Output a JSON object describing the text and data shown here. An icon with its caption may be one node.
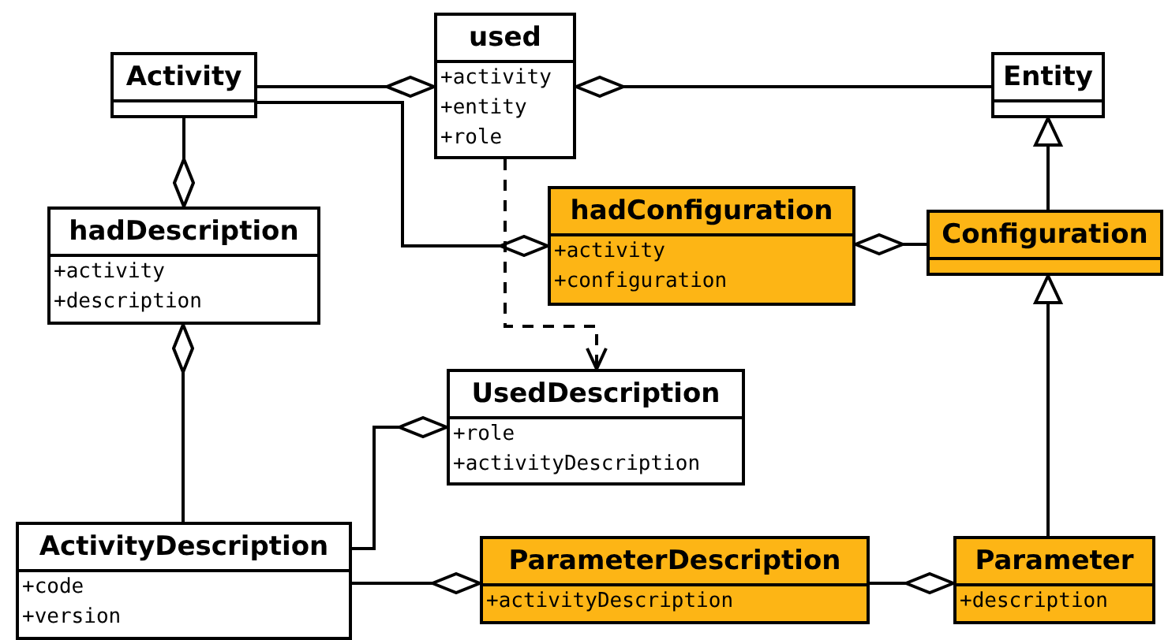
{
  "diagram": {
    "nodes": [
      {
        "text": [
          "Activity"
        ]
      },
      {
        "text": [
          "used",
          "+activity",
          "+entity",
          "+role"
        ]
      },
      {
        "text": [
          "Entity"
        ]
      },
      {
        "text": [
          "hadDescription",
          "+activity",
          "+description"
        ]
      },
      {
        "text": [
          "hadConfiguration",
          "+activity",
          "+configuration"
        ]
      },
      {
        "text": [
          "Configuration"
        ]
      },
      {
        "text": [
          "UsedDescription",
          "+role",
          "+activityDescription"
        ]
      },
      {
        "text": [
          "ActivityDescription",
          "+code",
          "+version"
        ]
      },
      {
        "text": [
          "ParameterDescription",
          "+activityDescription"
        ]
      },
      {
        "text": [
          "Parameter",
          "+description"
        ]
      }
    ],
    "edges": [
      {
        "from": 0,
        "to": 1,
        "arrow": "other"
      },
      {
        "from": 2,
        "to": 1,
        "arrow": "other"
      },
      {
        "from": 0,
        "to": 3,
        "arrow": "other"
      },
      {
        "from": 0,
        "to": 4,
        "arrow": "other"
      },
      {
        "from": 5,
        "to": 4,
        "arrow": "other"
      },
      {
        "from": 5,
        "to": 2,
        "arrow": "to"
      },
      {
        "from": 9,
        "to": 5,
        "arrow": "to"
      },
      {
        "from": 1,
        "to": 6,
        "arrow": "to",
        "style": "dashed"
      },
      {
        "from": 7,
        "to": 3,
        "arrow": "other"
      },
      {
        "from": 7,
        "to": 6,
        "arrow": "other"
      },
      {
        "from": 7,
        "to": 8,
        "arrow": "other"
      },
      {
        "from": 8,
        "to": 9,
        "arrow": "other"
      }
    ]
  }
}
